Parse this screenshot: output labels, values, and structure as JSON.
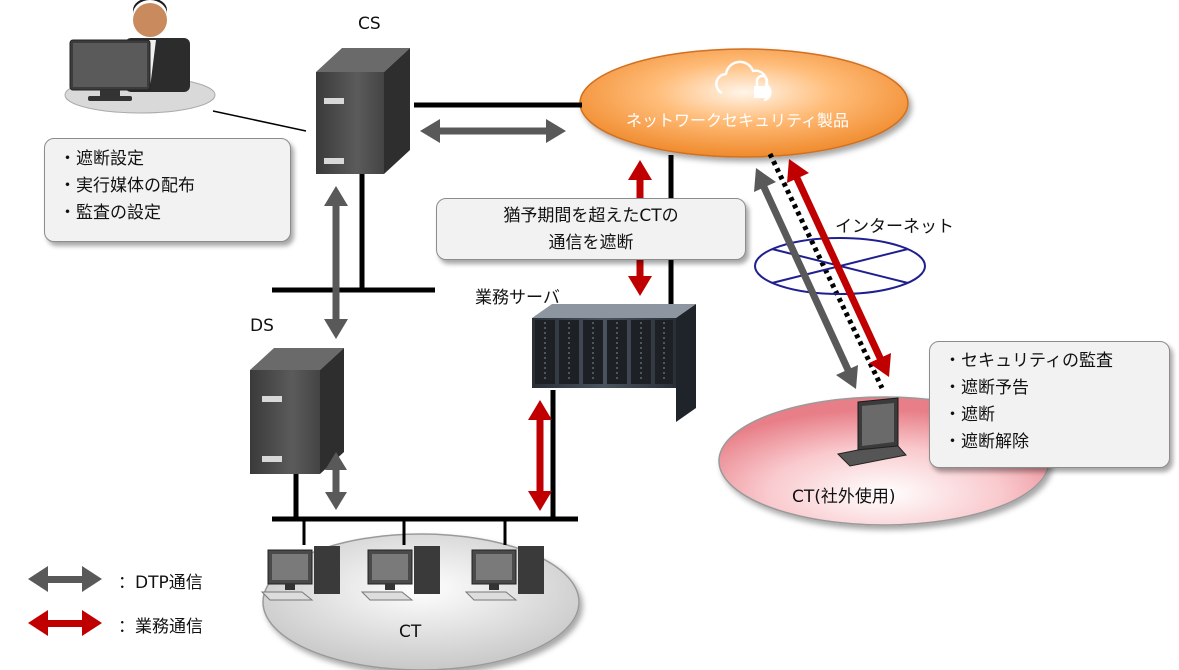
{
  "labels": {
    "cs": "CS",
    "ds": "DS",
    "business_server": "業務サーバ",
    "internet": "インターネット",
    "network_security": "ネットワークセキュリティ製品",
    "ct_external": "CT(社外使用)",
    "ct": "CT"
  },
  "admin_box": {
    "items": [
      "遮断設定",
      "実行媒体の配布",
      "監査の設定"
    ]
  },
  "block_box": {
    "line1": "猶予期間を超えたCTの",
    "line2": "通信を遮断"
  },
  "ct_box": {
    "items": [
      "セキュリティの監査",
      "遮断予告",
      "遮断",
      "遮断解除"
    ]
  },
  "legend": {
    "dtp": {
      "label": "：DTP通信",
      "color": "#595959"
    },
    "business": {
      "label": "：業務通信",
      "color": "#c00000"
    }
  },
  "colors": {
    "network_security": "#f28a2e",
    "internet_ellipse": "#1f1f8f",
    "ct_external_zone": "#f2a2a8"
  },
  "icons": [
    "admin-person-icon",
    "cs-server-icon",
    "ds-server-icon",
    "server-rack-icon",
    "cloud-lock-icon",
    "laptop-icon",
    "desktop-pc-icon"
  ]
}
